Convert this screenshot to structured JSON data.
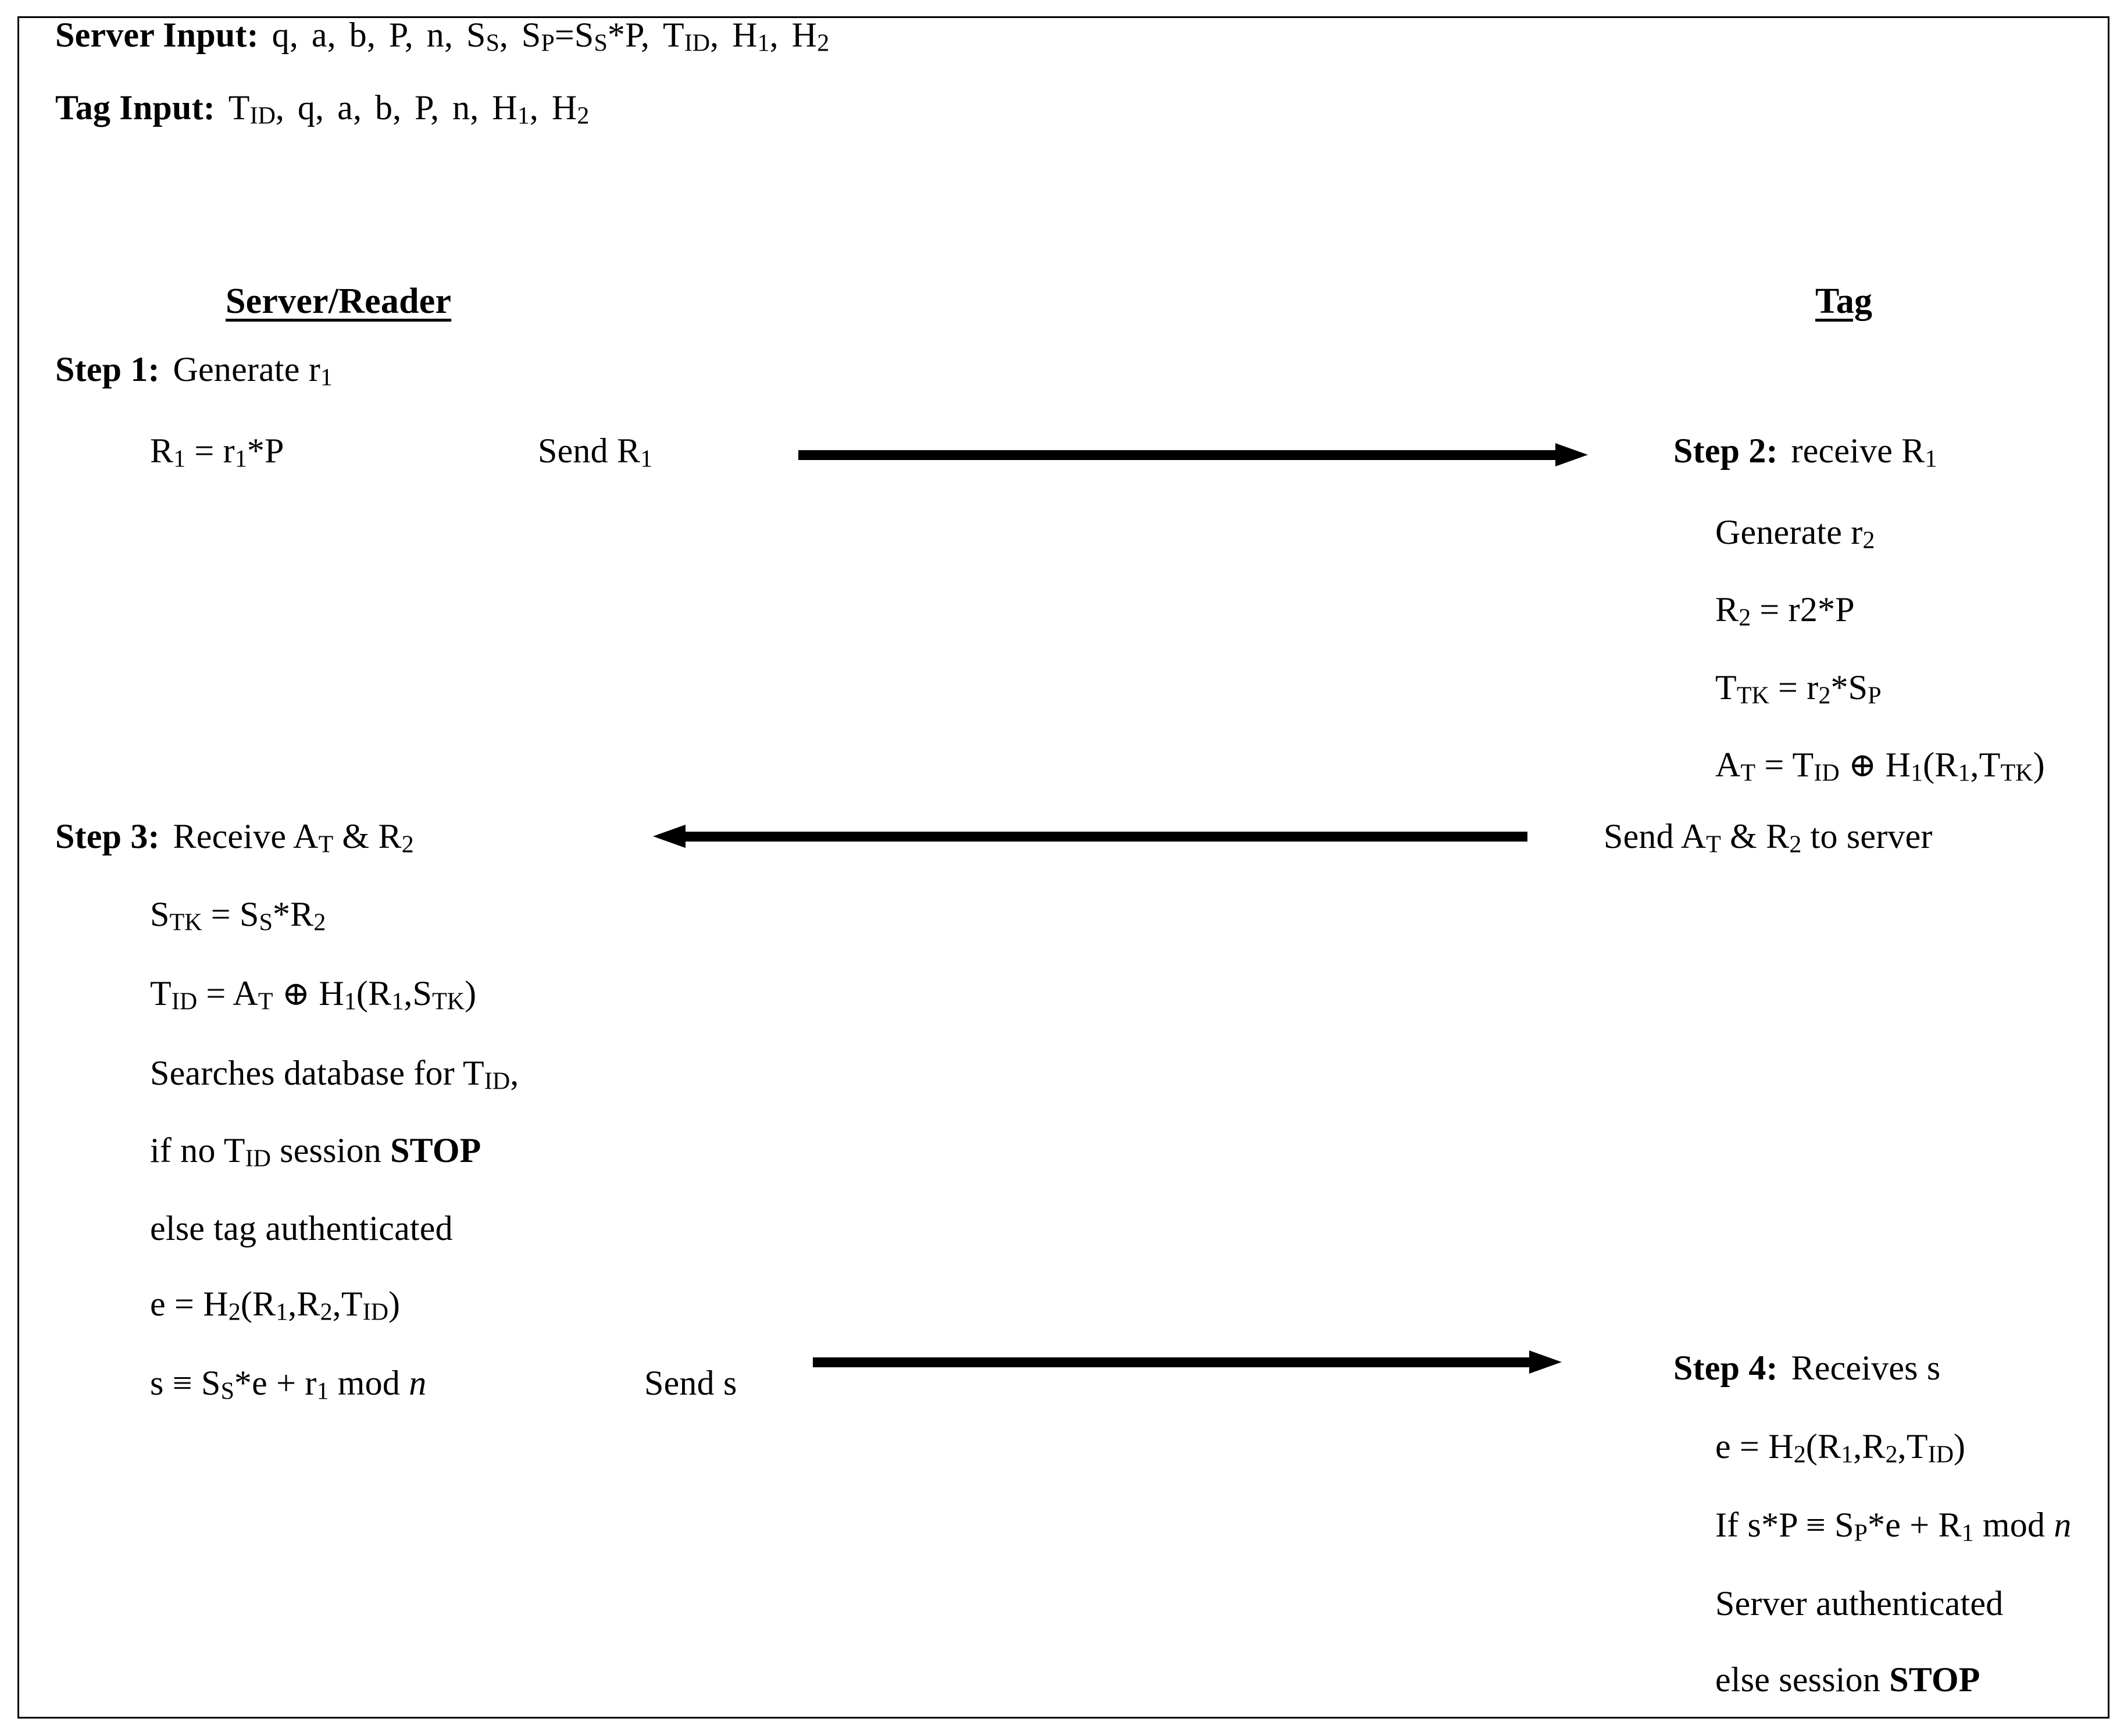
{
  "figure": {
    "type": "protocol-sequence-diagram",
    "border_color": "#000000",
    "background_color": "#ffffff",
    "text_color": "#000000"
  },
  "inputs": {
    "server": {
      "label": "Server Input:",
      "value_plain": "q, a, b, P, n, SS, SP=SS*P, TID, H1, H2"
    },
    "tag": {
      "label": "Tag Input:",
      "value_plain": "TID, q, a, b, P, n, H1, H2"
    }
  },
  "columns": {
    "left_header": "Server/Reader",
    "right_header": "Tag"
  },
  "left_column": {
    "step1": {
      "step_label": "Step 1:",
      "step_text": "Generate r1",
      "line_r1_plain": "R1 = r1*P"
    },
    "step3": {
      "step_label": "Step 3:",
      "step_text": "Receive AT & R2",
      "line_stk_plain": "STK = SS*R2",
      "line_tid_plain": "TID = AT ⊕ H1(R1,STK)",
      "line_search_plain": "Searches database for TID,",
      "line_ifno_prefix": "if no TID session ",
      "line_ifno_stop": "STOP",
      "line_else_plain": "else tag authenticated",
      "line_e_plain": "e = H2(R1,R2,TID)",
      "line_s_plain": "s ≡ SS*e + r1 mod n"
    }
  },
  "right_column": {
    "step2": {
      "step_label": "Step 2:",
      "step_text": "receive R1",
      "line_gen_plain": "Generate r2",
      "line_r2_plain": "R2 = r2*P",
      "line_ttk_plain": "TTK = r2*SP",
      "line_at_plain": "AT = TID ⊕ H1(R1,TTK)"
    },
    "step4": {
      "step_label": "Step 4:",
      "step_text": "Receives s",
      "line_e_plain": "e = H2(R1,R2,TID)",
      "line_if_plain": "If s*P ≡ SP*e + R1 mod n",
      "line_server_auth_plain": "Server authenticated",
      "line_else_prefix": "else session ",
      "line_else_stop": "STOP"
    }
  },
  "messages": {
    "m1": {
      "label": "Send R1",
      "direction": "right",
      "from": "Server/Reader",
      "to": "Tag"
    },
    "m2": {
      "label": "Send AT & R2 to server",
      "direction": "left",
      "from": "Tag",
      "to": "Server/Reader"
    },
    "m3": {
      "label": "Send s",
      "direction": "right",
      "from": "Server/Reader",
      "to": "Tag"
    }
  }
}
